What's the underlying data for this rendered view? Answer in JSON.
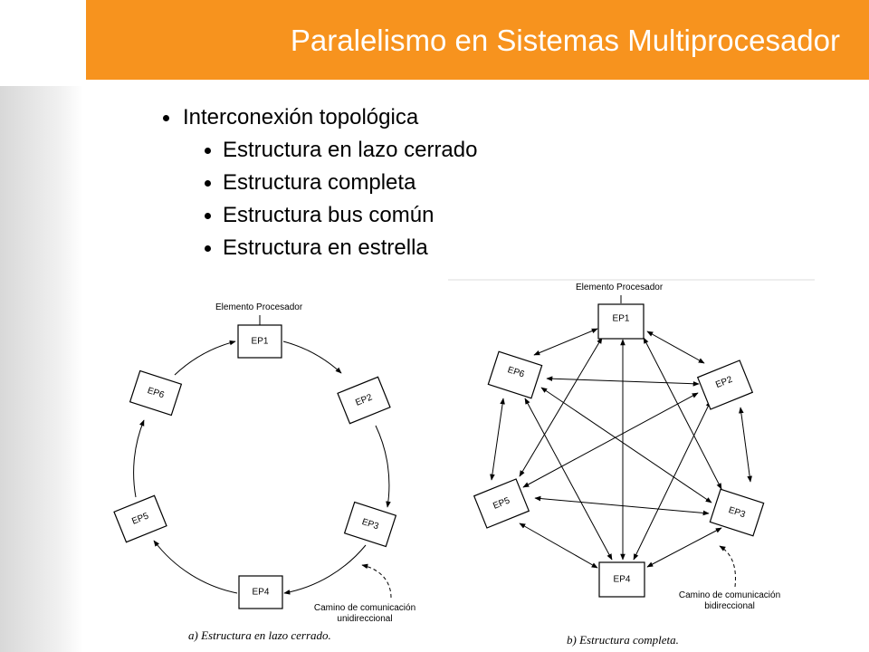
{
  "slide": {
    "title": "Paralelismo  en Sistemas Multiprocesador",
    "accent_color": "#f7931e",
    "bullets": [
      {
        "level": 1,
        "text": "Interconexión topológica"
      },
      {
        "level": 2,
        "text": "Estructura en lazo cerrado"
      },
      {
        "level": 2,
        "text": "Estructura completa"
      },
      {
        "level": 2,
        "text": "Estructura bus común"
      },
      {
        "level": 2,
        "text": "Estructura en estrella"
      }
    ]
  },
  "diagram_a": {
    "element_label": "Elemento Procesador",
    "nodes": [
      "EP1",
      "EP2",
      "EP3",
      "EP4",
      "EP5",
      "EP6"
    ],
    "note_line1": "Camino de comunicación",
    "note_line2": "unidireccional",
    "caption": "a) Estructura en lazo cerrado."
  },
  "diagram_b": {
    "element_label": "Elemento Procesador",
    "nodes": [
      "EP1",
      "EP2",
      "EP3",
      "EP4",
      "EP5",
      "EP6"
    ],
    "note_line1": "Camino de comunicación",
    "note_line2": "bidireccional",
    "caption": "b) Estructura completa."
  }
}
